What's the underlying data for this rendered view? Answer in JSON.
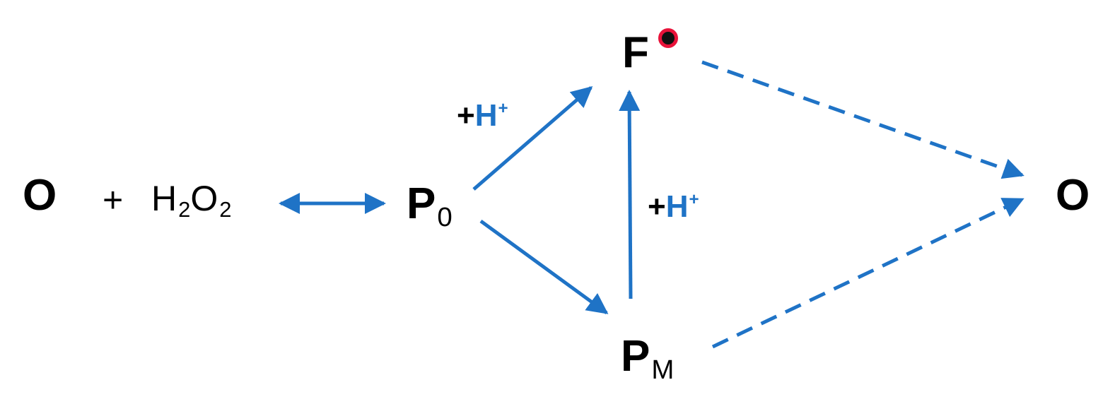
{
  "species": {
    "o_left": "O",
    "plus": "+",
    "h2o2": {
      "h": "H",
      "sub1": "2",
      "o": "O",
      "sub2": "2"
    },
    "p0": {
      "main": "P",
      "sub": "0"
    },
    "f": "F",
    "pm": {
      "main": "P",
      "sub": "M"
    },
    "o_right": "O"
  },
  "protonations": [
    {
      "plus": "+",
      "h": "H",
      "charge": "+"
    },
    {
      "plus": "+",
      "h": "H",
      "charge": "+"
    }
  ],
  "colors": {
    "arrow": "#1f73c6",
    "text": "#000000",
    "proton_h": "#1f73c6",
    "radical_ring": "#e8133a",
    "radical_dot": "#111111"
  },
  "icons": {
    "radical": "radical-dot-icon"
  }
}
